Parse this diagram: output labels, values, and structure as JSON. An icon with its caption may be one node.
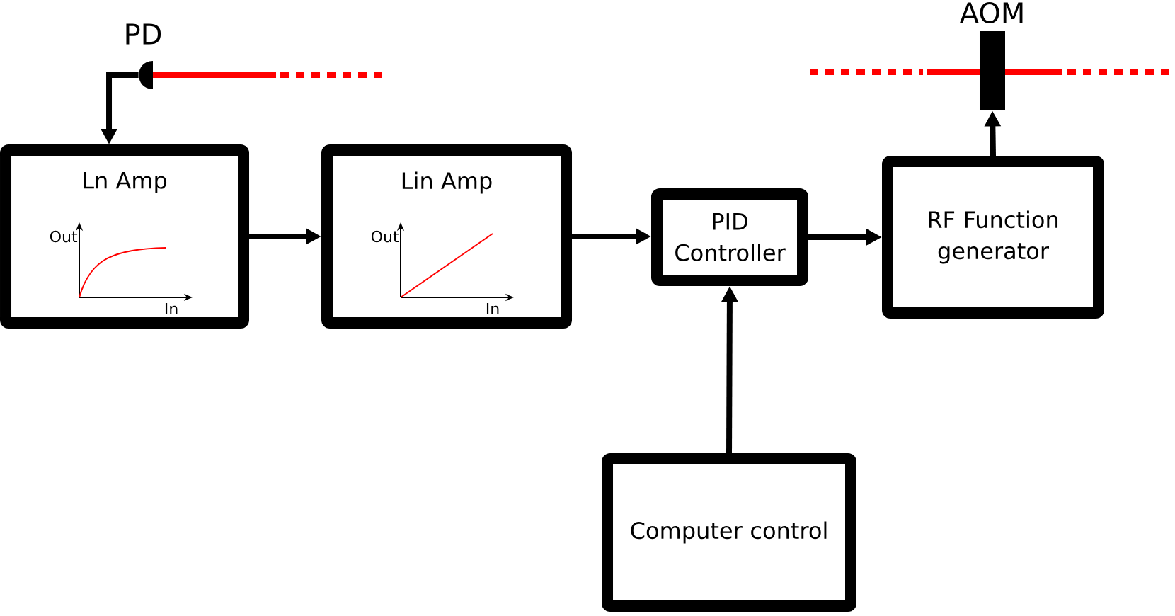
{
  "diagram": {
    "nodes": [
      {
        "text": [
          "PD"
        ]
      },
      {
        "text": [
          "Ln Amp",
          "Out",
          "In"
        ]
      },
      {
        "text": [
          "Lin Amp",
          "Out",
          "In"
        ]
      },
      {
        "text": [
          "PID Controller"
        ]
      },
      {
        "text": [
          "RF Function generator"
        ]
      },
      {
        "text": [
          "AOM"
        ]
      },
      {
        "text": [
          "Computer control"
        ]
      }
    ],
    "edges": [
      {
        "from": 0,
        "to": 1,
        "arrow": "to"
      },
      {
        "from": 1,
        "to": 2,
        "arrow": "to"
      },
      {
        "from": 2,
        "to": 3,
        "arrow": "to"
      },
      {
        "from": 3,
        "to": 4,
        "arrow": "to"
      },
      {
        "from": 6,
        "to": 3,
        "arrow": "to"
      },
      {
        "from": 4,
        "to": 5,
        "arrow": "to"
      }
    ]
  }
}
